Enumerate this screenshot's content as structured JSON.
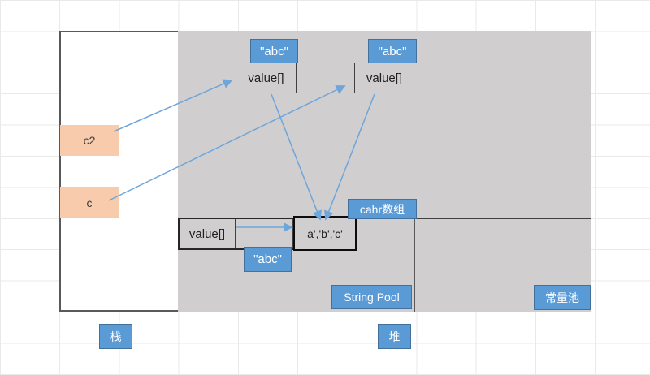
{
  "diagram": {
    "stack": {
      "label": "栈",
      "vars": [
        {
          "name": "c2"
        },
        {
          "name": "c"
        }
      ]
    },
    "heap": {
      "label": "堆",
      "string_objects": [
        {
          "tag": "\"abc\"",
          "field": "value[]"
        },
        {
          "tag": "\"abc\"",
          "field": "value[]"
        }
      ],
      "char_array_label": "cahr数组",
      "string_pool": {
        "label": "String Pool",
        "pooled_object": {
          "field": "value[]",
          "tag": "\"abc\"",
          "chars": "a','b','c'"
        }
      },
      "constant_pool_label": "常量池"
    },
    "colors": {
      "accent_blue": "#5b9bd5",
      "accent_blue_border": "#41719c",
      "orange_fill": "#f8cbad",
      "heap_gray": "#d0cece",
      "arrow_blue": "#6ea5da",
      "outline_dark": "#595959"
    }
  }
}
